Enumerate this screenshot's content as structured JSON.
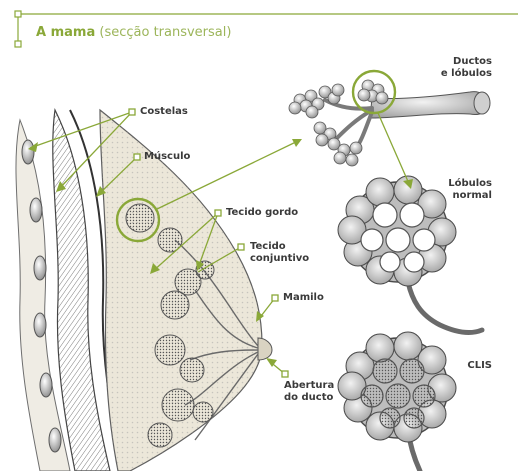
{
  "title": {
    "main": "A mama",
    "sub": "(secção transversal)"
  },
  "labels": {
    "costelas": "Costelas",
    "musculo": "Músculo",
    "tecido_gordo": "Tecido gordo",
    "tecido_conjuntivo": "Tecido\nconjuntivo",
    "mamilo": "Mamilo",
    "abertura_ducto": "Abertura\ndo ducto",
    "ductos_lobulos": "Ductos\ne lóbulos",
    "lobulos_normal": "Lóbulos\nnormal",
    "clis": "CLIS"
  },
  "colors": {
    "accent": "#8aa838",
    "label_text": "#3a3a3a",
    "ink": "#4a4a4a",
    "tissue": "#e9e4d6",
    "lobule_fill": "#d8d8d8",
    "clis_fill": "#a9a9a9"
  }
}
